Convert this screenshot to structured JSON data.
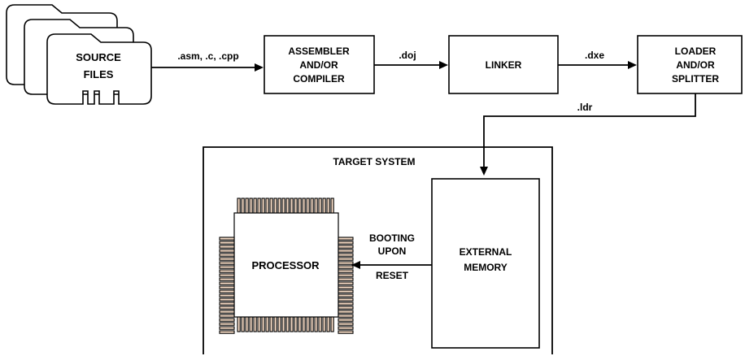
{
  "source_files": {
    "line1": "SOURCE",
    "line2": "FILES"
  },
  "assembler": {
    "line1": "ASSEMBLER",
    "line2": "AND/OR",
    "line3": "COMPILER"
  },
  "linker": {
    "label": "LINKER"
  },
  "loader": {
    "line1": "LOADER",
    "line2": "AND/OR",
    "line3": "SPLITTER"
  },
  "edges": {
    "source_to_assembler": ".asm, .c, .cpp",
    "assembler_to_linker": ".doj",
    "linker_to_loader": ".dxe",
    "loader_to_memory": ".ldr",
    "memory_to_processor": {
      "line1": "BOOTING",
      "line2": "UPON",
      "line3": "RESET"
    }
  },
  "target_system": {
    "title": "TARGET SYSTEM"
  },
  "external_memory": {
    "line1": "EXTERNAL",
    "line2": "MEMORY"
  },
  "processor": {
    "label": "PROCESSOR"
  },
  "colors": {
    "stroke": "#000000",
    "pin_fill": "#f3d9c4",
    "background": "#ffffff"
  }
}
